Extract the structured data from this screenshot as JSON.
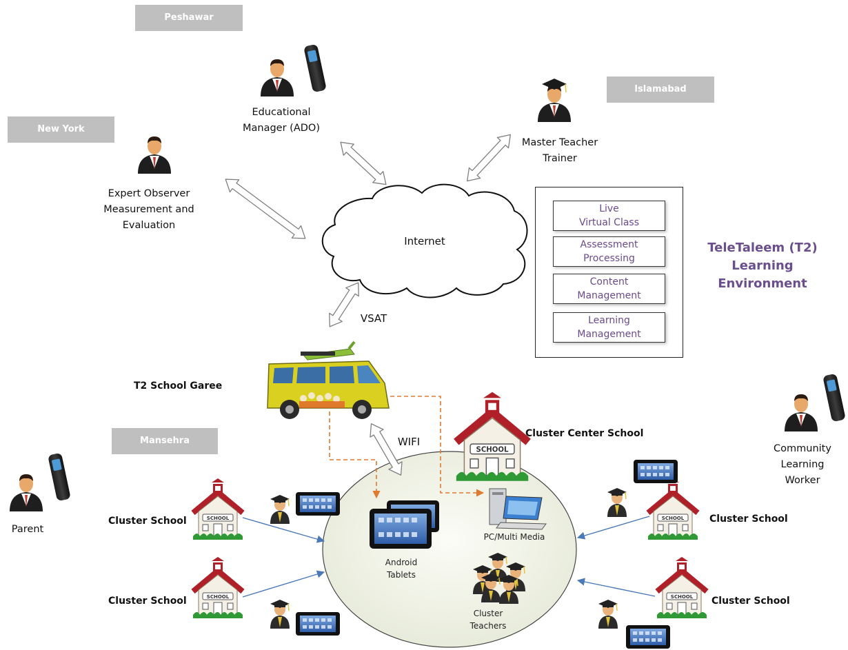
{
  "locations": {
    "peshawar": "Peshawar",
    "new_york": "New York",
    "islamabad": "Islamabad",
    "mansehra": "Mansehra"
  },
  "actors": {
    "educational_manager": [
      "Educational",
      "Manager (ADO)"
    ],
    "master_teacher": [
      "Master Teacher",
      "Trainer"
    ],
    "expert_observer": [
      "Expert Observer",
      "Measurement and",
      "Evaluation"
    ],
    "community_worker": [
      "Community",
      "Learning",
      "Worker"
    ],
    "parent": "Parent"
  },
  "network": {
    "internet": "Internet",
    "vsat": "VSAT",
    "wifi": "WIFI"
  },
  "services": [
    [
      "Live",
      "Virtual Class"
    ],
    [
      "Assessment",
      "Processing"
    ],
    [
      "Content",
      "Management"
    ],
    [
      "Learning",
      "Management"
    ]
  ],
  "t2_title": [
    "TeleTaleem (T2)",
    "Learning",
    "Environment"
  ],
  "vehicle": "T2 School  Garee",
  "schools": {
    "center": "Cluster Center School",
    "cluster_label": "Cluster School",
    "sign": "SCHOOL"
  },
  "hub": {
    "tablets": [
      "Android",
      "Tablets"
    ],
    "pc": "PC/Multi Media",
    "teachers": [
      "Cluster",
      "Teachers"
    ]
  },
  "colors": {
    "location_bg": "#bfbfbf",
    "t2_purple": "#6b4e8d",
    "service_text": "#6a4a8c",
    "hub_fill": "#eef1e6",
    "dash_orange": "#e07a2e",
    "cluster_arrow": "#4a78b8",
    "school_red": "#b02028",
    "van_yellow": "#d9d020"
  }
}
